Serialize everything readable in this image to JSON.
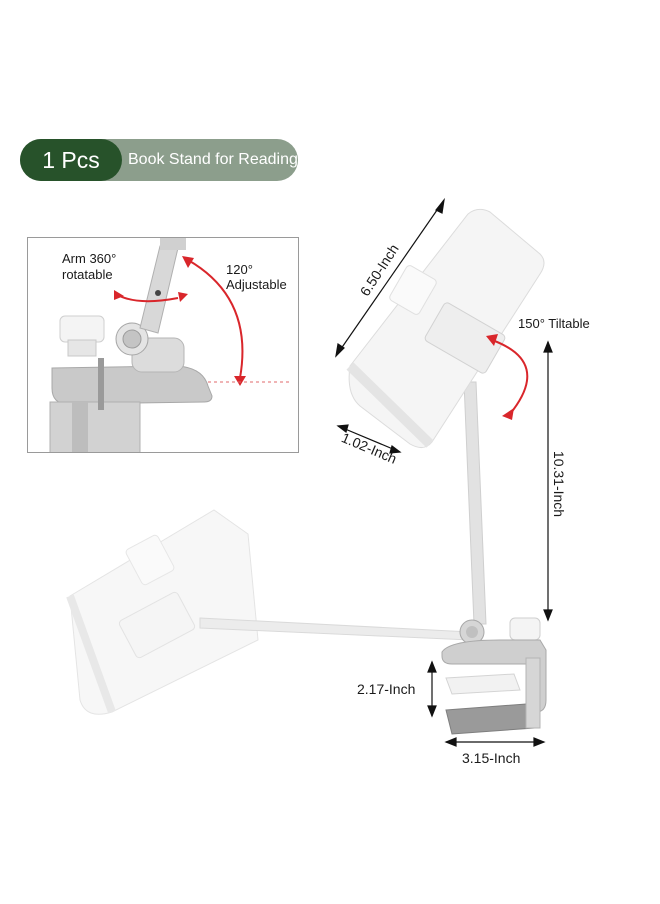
{
  "badge": {
    "count": "1 Pcs",
    "title": "Book Stand for Reading"
  },
  "inset": {
    "arm_rotation": "Arm 360°\nrotatable",
    "arm_rotation_line1": "Arm 360°",
    "arm_rotation_line2": "rotatable",
    "adjust_line1": "120°",
    "adjust_line2": "Adjustable"
  },
  "dimensions": {
    "holder_length": "6.50-Inch",
    "tilt": "150° Tiltable",
    "lip_depth": "1.02-Inch",
    "pole_height": "10.31-Inch",
    "clamp_opening": "2.17-Inch",
    "clamp_width": "3.15-Inch"
  },
  "colors": {
    "badge_dark": "#27522a",
    "badge_light": "#8c9e8c",
    "accent_red": "#d9262b"
  }
}
